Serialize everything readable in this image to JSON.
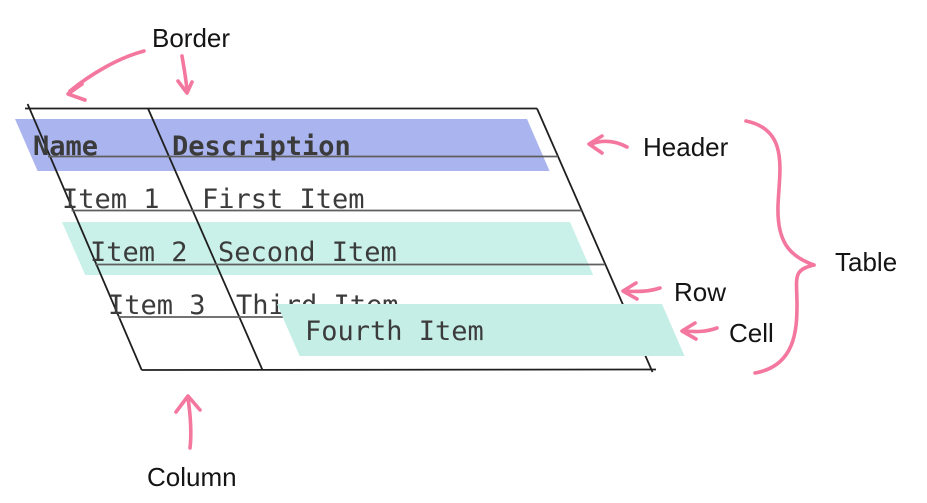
{
  "diagram": {
    "table": {
      "headers": [
        "Name",
        "Description"
      ],
      "rows": [
        [
          "Item 1",
          "First Item"
        ],
        [
          "Item 2",
          "Second Item"
        ],
        [
          "Item 3",
          "Third Item"
        ],
        [
          "",
          "Fourth Item"
        ]
      ]
    },
    "labels": {
      "border": "Border",
      "header": "Header",
      "table": "Table",
      "row": "Row",
      "cell": "Cell",
      "column": "Column"
    },
    "colors": {
      "header_highlight": "#aab4ee",
      "row_highlight": "#c9f1e9",
      "cell_highlight": "#c5efe6",
      "annotation": "#f3779f",
      "border_line": "#1f1f1f",
      "grid_line": "#5f5f5f",
      "table_text": "#3b3b3b",
      "label_text": "#141414"
    }
  }
}
